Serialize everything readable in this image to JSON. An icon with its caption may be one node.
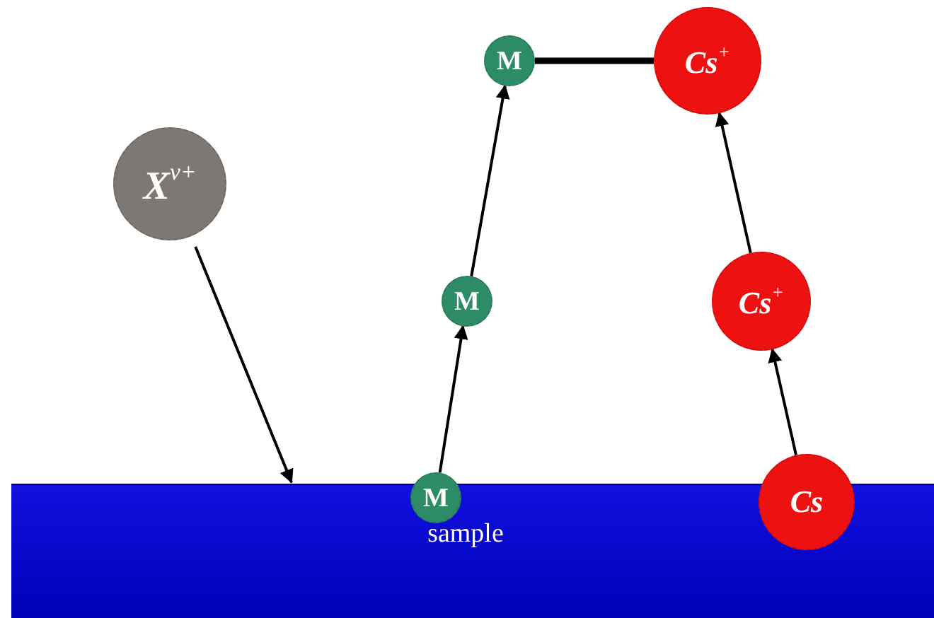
{
  "diagram": {
    "nodes": [
      {
        "text": [
          "sample"
        ]
      },
      {
        "text": [
          "X$^{ν+}$"
        ]
      },
      {
        "text": [
          "M"
        ]
      },
      {
        "text": [
          "Cs"
        ]
      },
      {
        "text": [
          "M"
        ]
      },
      {
        "text": [
          "Cs$^{+}$"
        ]
      },
      {
        "text": [
          "M"
        ]
      },
      {
        "text": [
          "Cs$^{+}$"
        ]
      }
    ],
    "edges": [
      {
        "from": 1,
        "to": 0,
        "arrow": "to"
      },
      {
        "from": 2,
        "to": 4,
        "arrow": "to"
      },
      {
        "from": 4,
        "to": 6,
        "arrow": "to"
      },
      {
        "from": 3,
        "to": 5,
        "arrow": "to"
      },
      {
        "from": 5,
        "to": 7,
        "arrow": "to"
      },
      {
        "from": 6,
        "to": 7,
        "arrow": "none",
        "style": "thick"
      }
    ]
  }
}
